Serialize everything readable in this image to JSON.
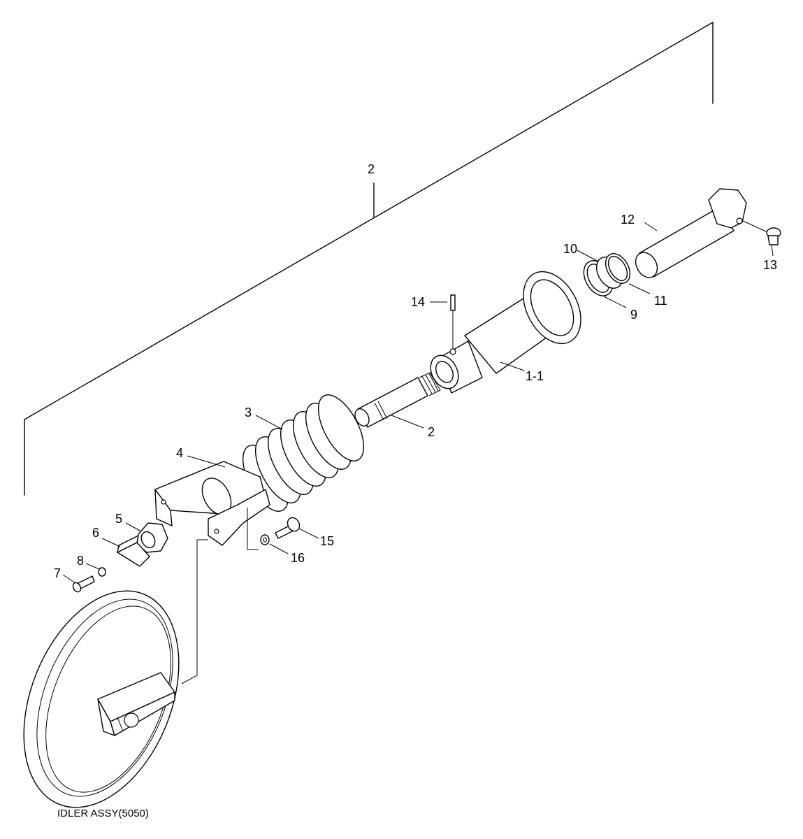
{
  "diagram": {
    "callouts": {
      "assembly": "2",
      "c1_1": "1-1",
      "c2": "2",
      "c3": "3",
      "c4": "4",
      "c5": "5",
      "c6": "6",
      "c7": "7",
      "c8": "8",
      "c9": "9",
      "c10": "10",
      "c11": "11",
      "c12": "12",
      "c13": "13",
      "c14": "14",
      "c15": "15",
      "c16": "16"
    },
    "caption": "IDLER ASSY(5050)"
  }
}
